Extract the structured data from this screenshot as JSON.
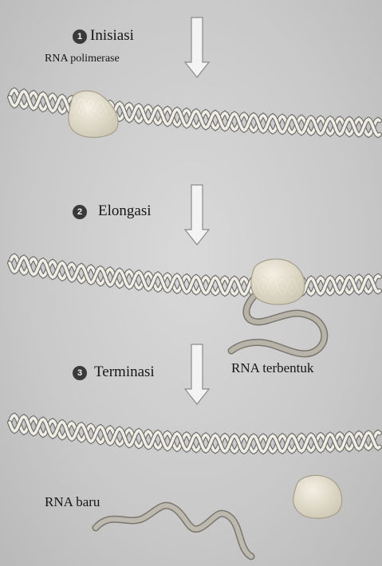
{
  "steps": [
    {
      "number": "1",
      "title": "Inisiasi"
    },
    {
      "number": "2",
      "title": "Elongasi"
    },
    {
      "number": "3",
      "title": "Terminasi"
    }
  ],
  "labels": {
    "rna_polymerase": "RNA polimerase",
    "rna_forming": "RNA terbentuk",
    "new_rna": "RNA baru"
  },
  "colors": {
    "dna_strand": "#f0ede4",
    "dna_outline": "#6f6f6f",
    "polymerase": "#e7e1cf",
    "rna_strand": "#b0aca2",
    "arrow": "#f3f3f3",
    "badge": "#3a3a3a"
  }
}
